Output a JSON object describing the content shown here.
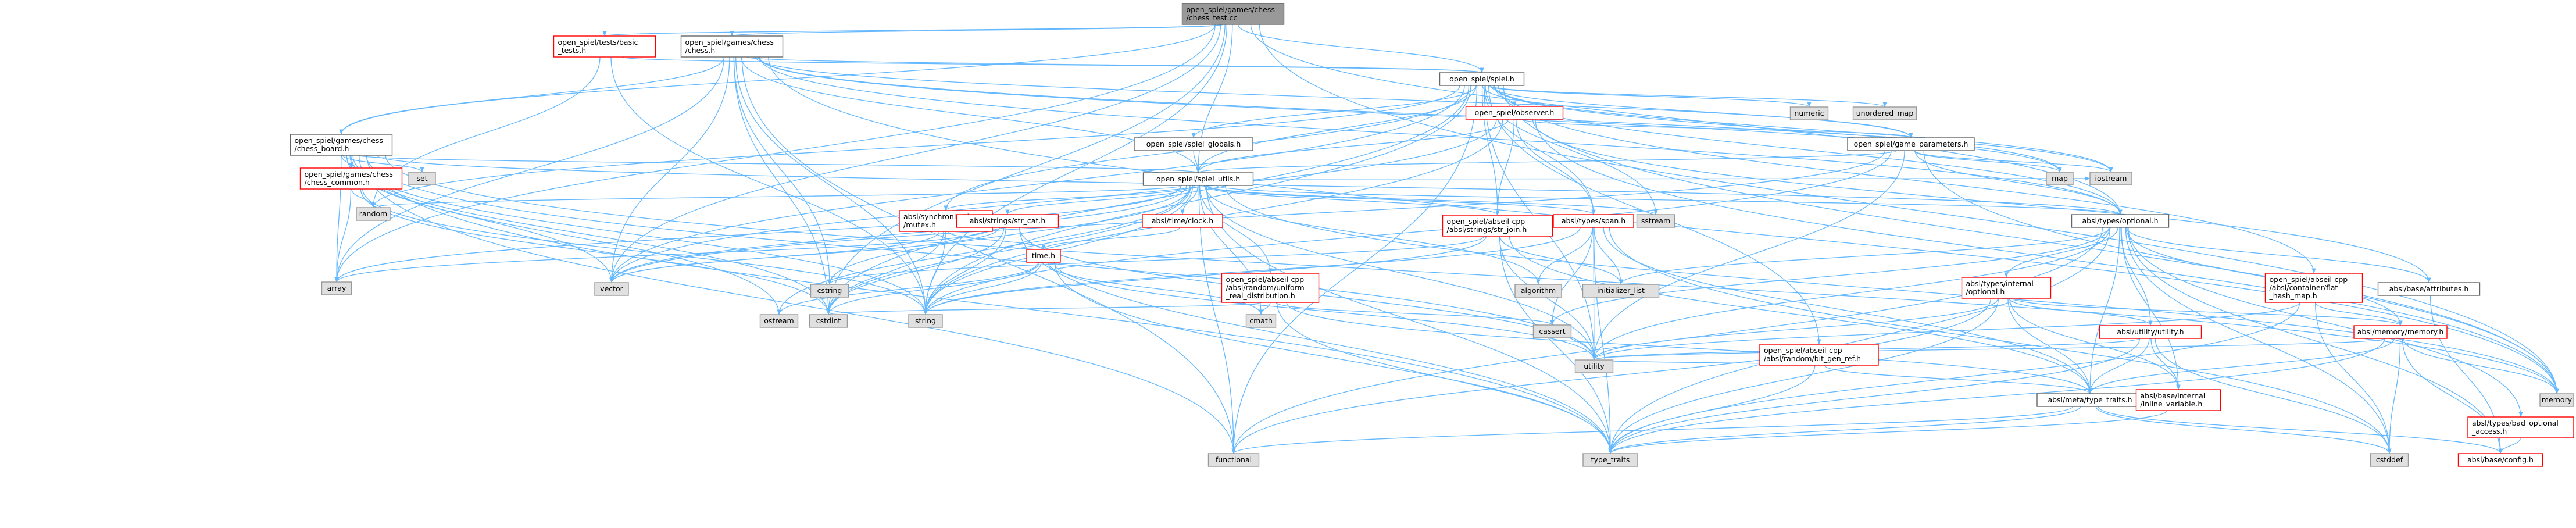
{
  "title": "open_spiel/games/chess/chess_test.cc",
  "colors": {
    "edge": "#63b8ff",
    "root_fill": "#999999",
    "root_stroke": "#666666",
    "header_fill": "#ffffff",
    "header_stroke": "#666666",
    "missing_header_fill": "#ffffff",
    "missing_header_stroke": "#ff0000",
    "system_fill": "#e0e0e0",
    "system_stroke": "#999999"
  },
  "nodes": [
    {
      "id": "chess_test",
      "lines": [
        "open_spiel/games/chess",
        "/chess_test.cc"
      ],
      "kind": "root"
    },
    {
      "id": "basic_tests",
      "lines": [
        "open_spiel/tests/basic",
        "_tests.h"
      ],
      "kind": "missing"
    },
    {
      "id": "chess_h",
      "lines": [
        "open_spiel/games/chess",
        "/chess.h"
      ],
      "kind": "header"
    },
    {
      "id": "spiel_h",
      "lines": [
        "open_spiel/spiel.h"
      ],
      "kind": "header"
    },
    {
      "id": "numeric",
      "lines": [
        "numeric"
      ],
      "kind": "system"
    },
    {
      "id": "unordered_map",
      "lines": [
        "unordered_map"
      ],
      "kind": "system"
    },
    {
      "id": "observer_h",
      "lines": [
        "open_spiel/observer.h"
      ],
      "kind": "missing"
    },
    {
      "id": "chess_board",
      "lines": [
        "open_spiel/games/chess",
        "/chess_board.h"
      ],
      "kind": "header"
    },
    {
      "id": "spiel_globals",
      "lines": [
        "open_spiel/spiel_globals.h"
      ],
      "kind": "header"
    },
    {
      "id": "game_params",
      "lines": [
        "open_spiel/game_parameters.h"
      ],
      "kind": "header"
    },
    {
      "id": "chess_common",
      "lines": [
        "open_spiel/games/chess",
        "/chess_common.h"
      ],
      "kind": "missing"
    },
    {
      "id": "set",
      "lines": [
        "set"
      ],
      "kind": "system"
    },
    {
      "id": "spiel_utils",
      "lines": [
        "open_spiel/spiel_utils.h"
      ],
      "kind": "header"
    },
    {
      "id": "map",
      "lines": [
        "map"
      ],
      "kind": "system"
    },
    {
      "id": "iostream",
      "lines": [
        "iostream"
      ],
      "kind": "system"
    },
    {
      "id": "random",
      "lines": [
        "random"
      ],
      "kind": "system"
    },
    {
      "id": "absl_mutex",
      "lines": [
        "absl/synchronization",
        "/mutex.h"
      ],
      "kind": "missing"
    },
    {
      "id": "str_cat",
      "lines": [
        "absl/strings/str_cat.h"
      ],
      "kind": "missing"
    },
    {
      "id": "clock_h",
      "lines": [
        "absl/time/clock.h"
      ],
      "kind": "missing"
    },
    {
      "id": "str_join",
      "lines": [
        "open_spiel/abseil-cpp",
        "/absl/strings/str_join.h"
      ],
      "kind": "missing"
    },
    {
      "id": "span_h",
      "lines": [
        "absl/types/span.h"
      ],
      "kind": "missing"
    },
    {
      "id": "sstream",
      "lines": [
        "sstream"
      ],
      "kind": "system"
    },
    {
      "id": "optional_h",
      "lines": [
        "absl/types/optional.h"
      ],
      "kind": "header"
    },
    {
      "id": "array",
      "lines": [
        "array"
      ],
      "kind": "system"
    },
    {
      "id": "vector",
      "lines": [
        "vector"
      ],
      "kind": "system"
    },
    {
      "id": "uniform_real",
      "lines": [
        "open_spiel/abseil-cpp",
        "/absl/random/uniform",
        "_real_distribution.h"
      ],
      "kind": "missing"
    },
    {
      "id": "time_h",
      "lines": [
        "time.h"
      ],
      "kind": "missing"
    },
    {
      "id": "cstring",
      "lines": [
        "cstring"
      ],
      "kind": "system"
    },
    {
      "id": "algorithm",
      "lines": [
        "algorithm"
      ],
      "kind": "system"
    },
    {
      "id": "initializer_list",
      "lines": [
        "initializer_list"
      ],
      "kind": "system"
    },
    {
      "id": "optional_internal",
      "lines": [
        "absl/types/internal",
        "/optional.h"
      ],
      "kind": "missing"
    },
    {
      "id": "flat_hash_map",
      "lines": [
        "open_spiel/abseil-cpp",
        "/absl/container/flat",
        "_hash_map.h"
      ],
      "kind": "missing"
    },
    {
      "id": "attributes_h",
      "lines": [
        "absl/base/attributes.h"
      ],
      "kind": "header"
    },
    {
      "id": "ostream",
      "lines": [
        "ostream"
      ],
      "kind": "system"
    },
    {
      "id": "cstdint",
      "lines": [
        "cstdint"
      ],
      "kind": "system"
    },
    {
      "id": "string",
      "lines": [
        "string"
      ],
      "kind": "system"
    },
    {
      "id": "cmath",
      "lines": [
        "cmath"
      ],
      "kind": "system"
    },
    {
      "id": "cassert",
      "lines": [
        "cassert"
      ],
      "kind": "system"
    },
    {
      "id": "bit_gen_ref",
      "lines": [
        "open_spiel/abseil-cpp",
        "/absl/random/bit_gen_ref.h"
      ],
      "kind": "missing"
    },
    {
      "id": "utility_h",
      "lines": [
        "absl/utility/utility.h"
      ],
      "kind": "missing"
    },
    {
      "id": "memory_h",
      "lines": [
        "absl/memory/memory.h"
      ],
      "kind": "missing"
    },
    {
      "id": "utility",
      "lines": [
        "utility"
      ],
      "kind": "system"
    },
    {
      "id": "type_traits_h",
      "lines": [
        "absl/meta/type_traits.h"
      ],
      "kind": "header"
    },
    {
      "id": "inline_variable",
      "lines": [
        "absl/base/internal",
        "/inline_variable.h"
      ],
      "kind": "missing"
    },
    {
      "id": "memory",
      "lines": [
        "memory"
      ],
      "kind": "system"
    },
    {
      "id": "bad_optional",
      "lines": [
        "absl/types/bad_optional",
        "_access.h"
      ],
      "kind": "missing"
    },
    {
      "id": "functional",
      "lines": [
        "functional"
      ],
      "kind": "system"
    },
    {
      "id": "type_traits",
      "lines": [
        "type_traits"
      ],
      "kind": "system"
    },
    {
      "id": "cstddef",
      "lines": [
        "cstddef"
      ],
      "kind": "system"
    },
    {
      "id": "config_h",
      "lines": [
        "absl/base/config.h"
      ],
      "kind": "missing"
    }
  ],
  "edges": [
    [
      "chess_test",
      "basic_tests"
    ],
    [
      "chess_test",
      "chess_h"
    ],
    [
      "chess_test",
      "spiel_h"
    ],
    [
      "chess_test",
      "chess_board"
    ],
    [
      "chess_test",
      "spiel_utils"
    ],
    [
      "chess_test",
      "optional_h"
    ],
    [
      "chess_test",
      "memory"
    ],
    [
      "chess_test",
      "vector"
    ],
    [
      "chess_test",
      "string"
    ],
    [
      "chess_test",
      "cstdint"
    ],
    [
      "chess_test",
      "array"
    ],
    [
      "basic_tests",
      "spiel_h"
    ],
    [
      "basic_tests",
      "random"
    ],
    [
      "basic_tests",
      "string"
    ],
    [
      "chess_h",
      "spiel_h"
    ],
    [
      "chess_h",
      "chess_board"
    ],
    [
      "chess_h",
      "spiel_utils"
    ],
    [
      "chess_h",
      "game_params"
    ],
    [
      "chess_h",
      "optional_h"
    ],
    [
      "chess_h",
      "memory"
    ],
    [
      "chess_h",
      "vector"
    ],
    [
      "chess_h",
      "string"
    ],
    [
      "chess_h",
      "array"
    ],
    [
      "chess_h",
      "cstdint"
    ],
    [
      "chess_h",
      "functional"
    ],
    [
      "chess_h",
      "iostream"
    ],
    [
      "chess_h",
      "map"
    ],
    [
      "chess_h",
      "cstring"
    ],
    [
      "spiel_h",
      "numeric"
    ],
    [
      "spiel_h",
      "unordered_map"
    ],
    [
      "spiel_h",
      "observer_h"
    ],
    [
      "spiel_h",
      "spiel_globals"
    ],
    [
      "spiel_h",
      "game_params"
    ],
    [
      "spiel_h",
      "spiel_utils"
    ],
    [
      "spiel_h",
      "str_join"
    ],
    [
      "spiel_h",
      "span_h"
    ],
    [
      "spiel_h",
      "optional_h"
    ],
    [
      "spiel_h",
      "flat_hash_map"
    ],
    [
      "spiel_h",
      "bit_gen_ref"
    ],
    [
      "spiel_h",
      "absl_mutex"
    ],
    [
      "spiel_h",
      "memory"
    ],
    [
      "spiel_h",
      "functional"
    ],
    [
      "spiel_h",
      "random"
    ],
    [
      "spiel_h",
      "sstream"
    ],
    [
      "spiel_h",
      "string"
    ],
    [
      "spiel_h",
      "vector"
    ],
    [
      "spiel_h",
      "utility"
    ],
    [
      "spiel_h",
      "iostream"
    ],
    [
      "spiel_h",
      "map"
    ],
    [
      "spiel_h",
      "cstdint"
    ],
    [
      "observer_h",
      "spiel_utils"
    ],
    [
      "observer_h",
      "str_join"
    ],
    [
      "observer_h",
      "span_h"
    ],
    [
      "observer_h",
      "game_params"
    ],
    [
      "observer_h",
      "memory"
    ],
    [
      "observer_h",
      "vector"
    ],
    [
      "observer_h",
      "string"
    ],
    [
      "observer_h",
      "attributes_h"
    ],
    [
      "chess_board",
      "chess_common"
    ],
    [
      "chess_board",
      "spiel_utils"
    ],
    [
      "chess_board",
      "optional_h"
    ],
    [
      "chess_board",
      "set"
    ],
    [
      "chess_board",
      "array"
    ],
    [
      "chess_board",
      "vector"
    ],
    [
      "chess_board",
      "string"
    ],
    [
      "chess_board",
      "cstdint"
    ],
    [
      "chess_board",
      "ostream"
    ],
    [
      "chess_board",
      "functional"
    ],
    [
      "chess_board",
      "type_traits"
    ],
    [
      "chess_board",
      "utility"
    ],
    [
      "chess_board",
      "memory"
    ],
    [
      "spiel_globals",
      "spiel_utils"
    ],
    [
      "game_params",
      "spiel_utils"
    ],
    [
      "game_params",
      "optional_h"
    ],
    [
      "game_params",
      "map"
    ],
    [
      "game_params",
      "iostream"
    ],
    [
      "game_params",
      "string"
    ],
    [
      "game_params",
      "vector"
    ],
    [
      "game_params",
      "memory"
    ],
    [
      "game_params",
      "utility"
    ],
    [
      "chess_common",
      "random"
    ],
    [
      "chess_common",
      "array"
    ],
    [
      "chess_common",
      "string"
    ],
    [
      "chess_common",
      "cstdint"
    ],
    [
      "spiel_utils",
      "random"
    ],
    [
      "spiel_utils",
      "absl_mutex"
    ],
    [
      "spiel_utils",
      "str_cat"
    ],
    [
      "spiel_utils",
      "clock_h"
    ],
    [
      "spiel_utils",
      "str_join"
    ],
    [
      "spiel_utils",
      "span_h"
    ],
    [
      "spiel_utils",
      "sstream"
    ],
    [
      "spiel_utils",
      "optional_h"
    ],
    [
      "spiel_utils",
      "uniform_real"
    ],
    [
      "spiel_utils",
      "array"
    ],
    [
      "spiel_utils",
      "vector"
    ],
    [
      "spiel_utils",
      "string"
    ],
    [
      "spiel_utils",
      "cstdint"
    ],
    [
      "spiel_utils",
      "ostream"
    ],
    [
      "spiel_utils",
      "cmath"
    ],
    [
      "spiel_utils",
      "utility"
    ],
    [
      "spiel_utils",
      "functional"
    ],
    [
      "spiel_utils",
      "type_traits"
    ],
    [
      "spiel_utils",
      "memory"
    ],
    [
      "spiel_utils",
      "algorithm"
    ],
    [
      "spiel_utils",
      "cstring"
    ],
    [
      "spiel_utils",
      "iostream"
    ],
    [
      "absl_mutex",
      "time_h"
    ],
    [
      "absl_mutex",
      "cstdint"
    ],
    [
      "absl_mutex",
      "string"
    ],
    [
      "absl_mutex",
      "vector"
    ],
    [
      "str_cat",
      "array"
    ],
    [
      "str_cat",
      "string"
    ],
    [
      "str_cat",
      "cstdint"
    ],
    [
      "str_cat",
      "vector"
    ],
    [
      "str_cat",
      "type_traits"
    ],
    [
      "str_cat",
      "utility"
    ],
    [
      "clock_h",
      "time_h"
    ],
    [
      "str_join",
      "string"
    ],
    [
      "str_join",
      "utility"
    ],
    [
      "str_join",
      "initializer_list"
    ],
    [
      "str_join",
      "type_traits"
    ],
    [
      "str_join",
      "cstring"
    ],
    [
      "str_join",
      "type_traits_h"
    ],
    [
      "span_h",
      "algorithm"
    ],
    [
      "span_h",
      "initializer_list"
    ],
    [
      "span_h",
      "type_traits"
    ],
    [
      "span_h",
      "utility"
    ],
    [
      "span_h",
      "cassert"
    ],
    [
      "span_h",
      "cstddef"
    ],
    [
      "span_h",
      "type_traits_h"
    ],
    [
      "span_h",
      "string"
    ],
    [
      "optional_h",
      "optional_internal"
    ],
    [
      "optional_h",
      "utility_h"
    ],
    [
      "optional_h",
      "bad_optional"
    ],
    [
      "optional_h",
      "type_traits_h"
    ],
    [
      "optional_h",
      "inline_variable"
    ],
    [
      "optional_h",
      "attributes_h"
    ],
    [
      "optional_h",
      "config_h"
    ],
    [
      "optional_h",
      "initializer_list"
    ],
    [
      "optional_h",
      "functional"
    ],
    [
      "optional_h",
      "type_traits"
    ],
    [
      "optional_h",
      "utility"
    ],
    [
      "optional_h",
      "cassert"
    ],
    [
      "optional_h",
      "cstddef"
    ],
    [
      "optional_h",
      "memory_h"
    ],
    [
      "uniform_real",
      "cmath"
    ],
    [
      "uniform_real",
      "type_traits"
    ],
    [
      "uniform_real",
      "cassert"
    ],
    [
      "uniform_real",
      "type_traits_h"
    ],
    [
      "uniform_real",
      "cstdint"
    ],
    [
      "time_h",
      "cstdint"
    ],
    [
      "time_h",
      "string"
    ],
    [
      "time_h",
      "ostream"
    ],
    [
      "time_h",
      "cmath"
    ],
    [
      "time_h",
      "type_traits"
    ],
    [
      "time_h",
      "utility"
    ],
    [
      "optional_internal",
      "utility_h"
    ],
    [
      "optional_internal",
      "memory_h"
    ],
    [
      "optional_internal",
      "type_traits_h"
    ],
    [
      "optional_internal",
      "inline_variable"
    ],
    [
      "optional_internal",
      "utility"
    ],
    [
      "optional_internal",
      "functional"
    ],
    [
      "optional_internal",
      "type_traits"
    ],
    [
      "flat_hash_map",
      "memory_h"
    ],
    [
      "flat_hash_map",
      "utility"
    ],
    [
      "flat_hash_map",
      "type_traits"
    ],
    [
      "flat_hash_map",
      "cstddef"
    ],
    [
      "attributes_h",
      "config_h"
    ],
    [
      "bit_gen_ref",
      "type_traits_h"
    ],
    [
      "bit_gen_ref",
      "utility"
    ],
    [
      "bit_gen_ref",
      "type_traits"
    ],
    [
      "utility_h",
      "type_traits_h"
    ],
    [
      "utility_h",
      "inline_variable"
    ],
    [
      "utility_h",
      "utility"
    ],
    [
      "utility_h",
      "cstddef"
    ],
    [
      "utility_h",
      "type_traits"
    ],
    [
      "memory_h",
      "type_traits_h"
    ],
    [
      "memory_h",
      "memory"
    ],
    [
      "memory_h",
      "cstddef"
    ],
    [
      "memory_h",
      "config_h"
    ],
    [
      "memory_h",
      "type_traits"
    ],
    [
      "memory_h",
      "utility"
    ],
    [
      "type_traits_h",
      "config_h"
    ],
    [
      "type_traits_h",
      "functional"
    ],
    [
      "type_traits_h",
      "type_traits"
    ],
    [
      "type_traits_h",
      "cstddef"
    ],
    [
      "inline_variable",
      "type_traits_h"
    ],
    [
      "inline_variable",
      "type_traits"
    ],
    [
      "bad_optional",
      "config_h"
    ]
  ]
}
